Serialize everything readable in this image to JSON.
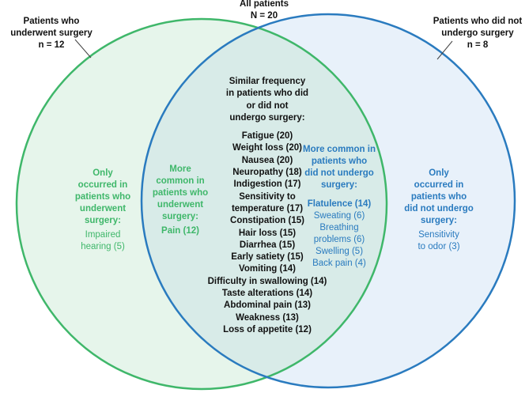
{
  "colors": {
    "green": "#3fb76a",
    "green_fill": "#e6f5eb",
    "blue": "#2a7bbf",
    "blue_fill": "#e8f1fa",
    "overlap_fill": "#d8ebe8",
    "text": "#111111"
  },
  "header": {
    "line1": "All patients",
    "line2": "N = 20"
  },
  "left_set": {
    "title_line1": "Patients who",
    "title_line2": "underwent surgery",
    "title_line3": "n = 12",
    "only_heading": [
      "Only",
      "occurred in",
      "patients who",
      "underwent",
      "surgery:"
    ],
    "only_items": [
      "Impaired",
      "hearing (5)"
    ],
    "more_heading": [
      "More",
      "common in",
      "patients who",
      "underwent",
      "surgery:"
    ],
    "more_items": [
      "Pain (12)"
    ]
  },
  "right_set": {
    "title_line1": "Patients who did not",
    "title_line2": "undergo surgery",
    "title_line3": "n = 8",
    "only_heading": [
      "Only",
      "occurred in",
      "patients who",
      "did not undergo",
      "surgery:"
    ],
    "only_items": [
      "Sensitivity",
      "to odor (3)"
    ],
    "more_heading": [
      "More common in",
      "patients who",
      "did not undergo",
      "surgery:"
    ],
    "more_items_bold": [
      "Flatulence (14)"
    ],
    "more_items": [
      "Sweating (6)",
      "Breathing",
      "problems (6)",
      "Swelling (5)",
      "Back pain (4)"
    ]
  },
  "overlap": {
    "heading": [
      "Similar frequency",
      "in patients who did",
      "or did not",
      "undergo surgery:"
    ],
    "items": [
      "Fatigue (20)",
      "Weight loss (20)",
      "Nausea (20)",
      "Neuropathy (18)",
      "Indigestion (17)",
      "Sensitivity to",
      "temperature (17)",
      "Constipation (15)",
      "Hair loss (15)",
      "Diarrhea (15)",
      "Early satiety (15)",
      "Vomiting (14)",
      "Difficulty in swallowing (14)",
      "Taste alterations (14)",
      "Abdominal pain (13)",
      "Weakness (13)",
      "Loss of appetite (12)"
    ]
  }
}
